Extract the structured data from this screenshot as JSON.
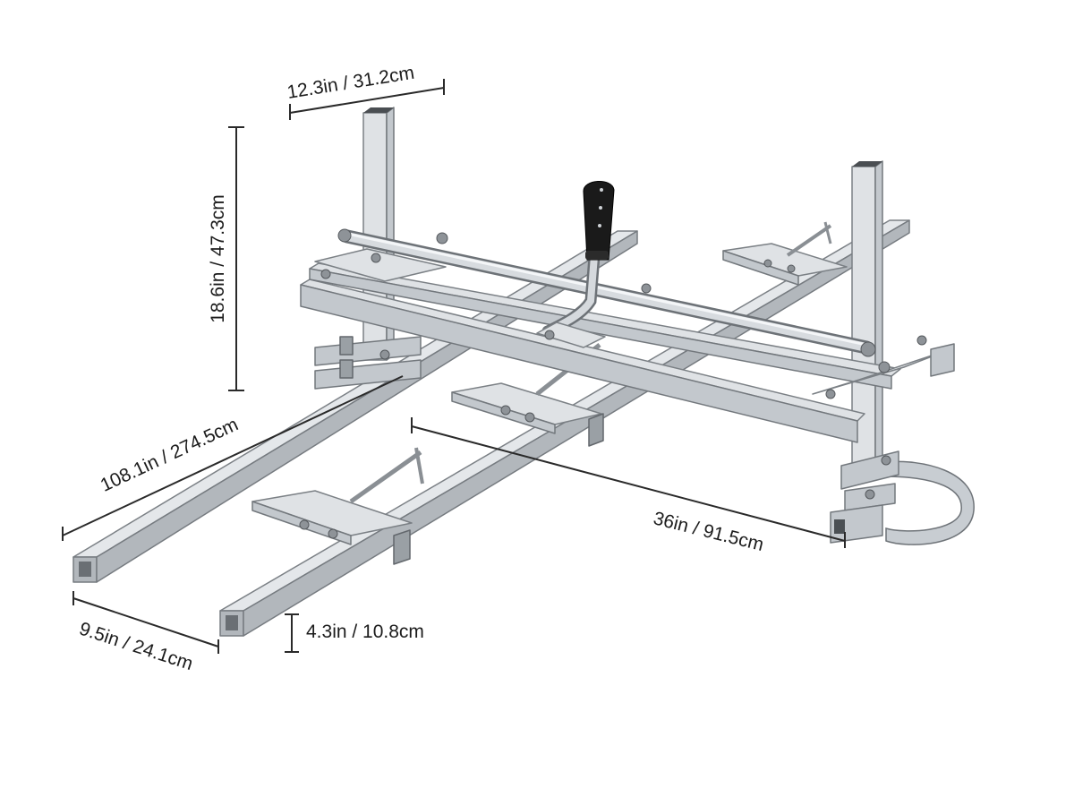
{
  "image": {
    "subject": "chainsaw-mill-frame",
    "colors": {
      "background": "#ffffff",
      "steel_light": "#e4e7ea",
      "steel_dark": "#9aa0a5",
      "handle": "#1a1a1a",
      "dimension_text": "#1c1c1c"
    }
  },
  "dimensions": {
    "top_width": "12.3in / 31.2cm",
    "post_height": "18.6in / 47.3cm",
    "rail_length": "108.1in / 274.5cm",
    "bar_width": "36in / 91.5cm",
    "rail_spacing": "9.5in / 24.1cm",
    "rail_height": "4.3in / 10.8cm"
  }
}
